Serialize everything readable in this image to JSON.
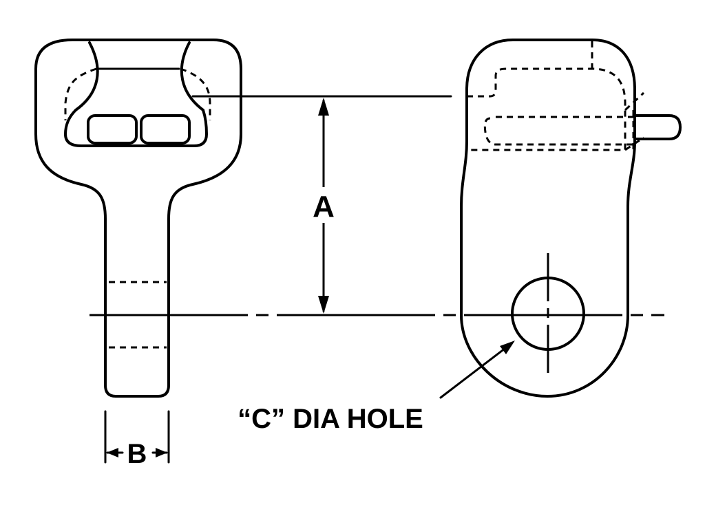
{
  "diagram": {
    "labels": {
      "a": "A",
      "b": "B",
      "c": "“C” DIA HOLE"
    },
    "colors": {
      "stroke": "#000000",
      "background": "#ffffff"
    }
  }
}
